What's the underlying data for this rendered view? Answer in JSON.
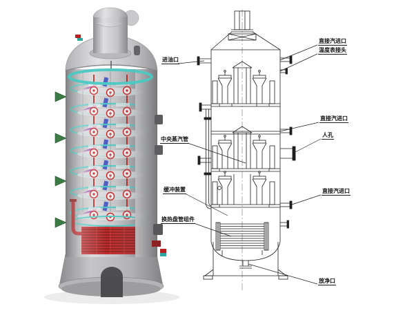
{
  "figure": {
    "type": "equipment-diagram",
    "left_view": "3d-render",
    "right_view": "engineering-line-drawing"
  },
  "palette": {
    "background": "#ffffff",
    "line": "#1f1f1f",
    "steel_gray": "#b6b6b8",
    "tray_teal": "#46c4be",
    "cap_red": "#c01616",
    "pipe_blue": "#3a4ec0",
    "pipe_purple": "#a14fae",
    "label_text": "#111111"
  },
  "labels": [
    {
      "id": "oil-inlet",
      "text": "进油口"
    },
    {
      "id": "central-steam-pipe",
      "text": "中央蒸汽管"
    },
    {
      "id": "buffer-device",
      "text": "缓冲装置"
    },
    {
      "id": "heat-coil-assembly",
      "text": "换热盘管组件"
    },
    {
      "id": "direct-steam-inlet-1",
      "text": "直接汽进口"
    },
    {
      "id": "thermometer-connection",
      "text": "温度表接头"
    },
    {
      "id": "direct-steam-inlet-2",
      "text": "直接汽进口"
    },
    {
      "id": "manhole",
      "text": "人孔"
    },
    {
      "id": "direct-steam-inlet-3",
      "text": "直接汽进口"
    },
    {
      "id": "drain-port",
      "text": "放净口"
    }
  ]
}
